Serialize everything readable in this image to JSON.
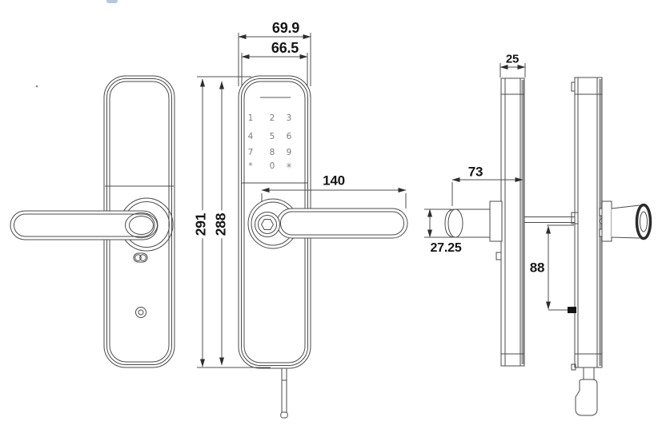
{
  "drawing": {
    "dims": {
      "front_outer_width": "69.9",
      "front_inner_width": "66.5",
      "overall_height": "291",
      "panel_height": "288",
      "front_handle_length": "140",
      "side_panel_thickness": "25",
      "side_handle_length": "73",
      "handle_profile_height": "27.25",
      "sensor_offset": "88"
    },
    "keypad_keys": [
      "1",
      "2",
      "3",
      "4",
      "5",
      "6",
      "7",
      "8",
      "9",
      "*",
      "0",
      "✳"
    ],
    "colors": {
      "line": "#4b4b4b",
      "dim_text": "#151515",
      "keypad_text": "#7c7c7c",
      "edge_gray": "#9c9c9c",
      "sensor_black": "#141414",
      "speck_blue": "#a3b8d4"
    }
  }
}
